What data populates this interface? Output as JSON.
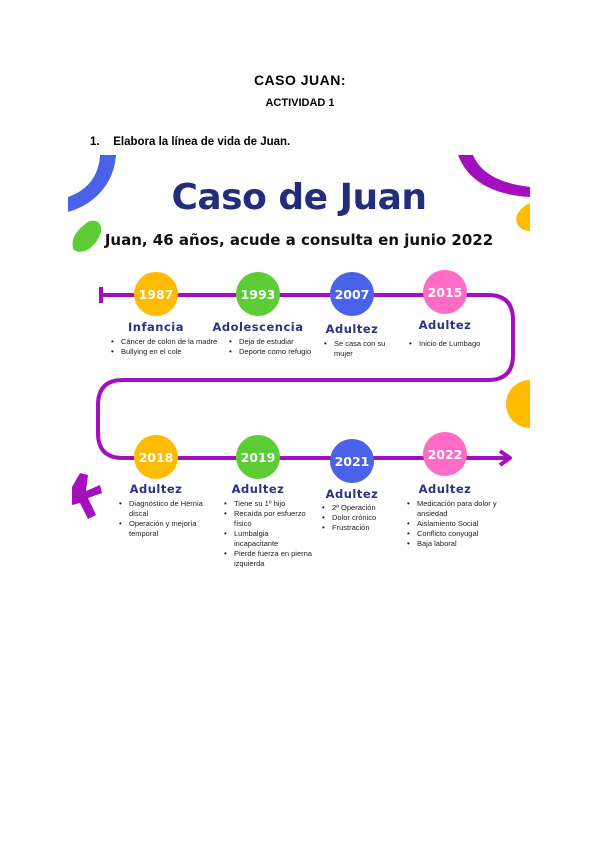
{
  "document": {
    "title": "CASO JUAN:",
    "subtitle": "ACTIVIDAD 1",
    "task_number": "1.",
    "task_text": "Elabora la línea de vida de Juan."
  },
  "infographic": {
    "title": "Caso de Juan",
    "subtitle": "Juan, 46 años, acude a consulta en junio 2022",
    "colors": {
      "title": "#232d7a",
      "line": "#a30fbd",
      "yellow": "#ffbb00",
      "green": "#5ccd35",
      "blue": "#4a62ea",
      "pink": "#ff6cc6"
    },
    "milestones": [
      {
        "year": "1987",
        "stage": "Infancia",
        "color": "#ffbb00",
        "events": [
          "Cáncer de colon de la madre",
          "Bullying en el cole"
        ]
      },
      {
        "year": "1993",
        "stage": "Adolescencia",
        "color": "#5ccd35",
        "events": [
          "Deja de estudiar",
          "Deporte como refugio"
        ]
      },
      {
        "year": "2007",
        "stage": "Adultez",
        "color": "#4a62ea",
        "events": [
          "Se casa con su mujer"
        ]
      },
      {
        "year": "2015",
        "stage": "Adultez",
        "color": "#ff6cc6",
        "events": [
          "Inicio de Lumbago"
        ]
      },
      {
        "year": "2018",
        "stage": "Adultez",
        "color": "#ffbb00",
        "events": [
          "Diagnóstico de Hernia discal",
          "Operación y mejoría temporal"
        ]
      },
      {
        "year": "2019",
        "stage": "Adultez",
        "color": "#5ccd35",
        "events": [
          "Tiene su 1º hijo",
          "Recaída por esfuerzo físico",
          "Lumbalgia incapacitante",
          "Pierde fuerza en pierna izquierda"
        ]
      },
      {
        "year": "2021",
        "stage": "Adultez",
        "color": "#4a62ea",
        "events": [
          "2ª Operación",
          "Dolor crónico",
          "Frustración"
        ]
      },
      {
        "year": "2022",
        "stage": "Adultez",
        "color": "#ff6cc6",
        "events": [
          "Medicación para dolor y ansiedad",
          "Aislamiento Social",
          "Conflicto conyugal",
          "Baja laboral"
        ]
      }
    ]
  }
}
